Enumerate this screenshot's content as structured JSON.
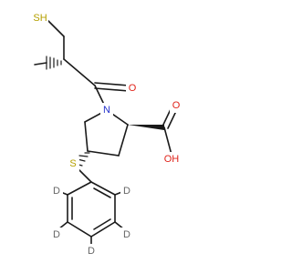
{
  "molecule": {
    "atoms": {
      "sh": "SH",
      "n": "N",
      "o_ketone": "O",
      "o_acid": "O",
      "oh": "OH",
      "s_thio": "S",
      "d1": "D",
      "d2": "D",
      "d3": "D",
      "d4": "D",
      "d5": "D"
    }
  },
  "colors": {
    "sulfur": "#b5a000",
    "oxygen": "#e0241b",
    "nitrogen": "#2432cc",
    "deuterium": "#666666",
    "bond": "#1a1a1a"
  }
}
